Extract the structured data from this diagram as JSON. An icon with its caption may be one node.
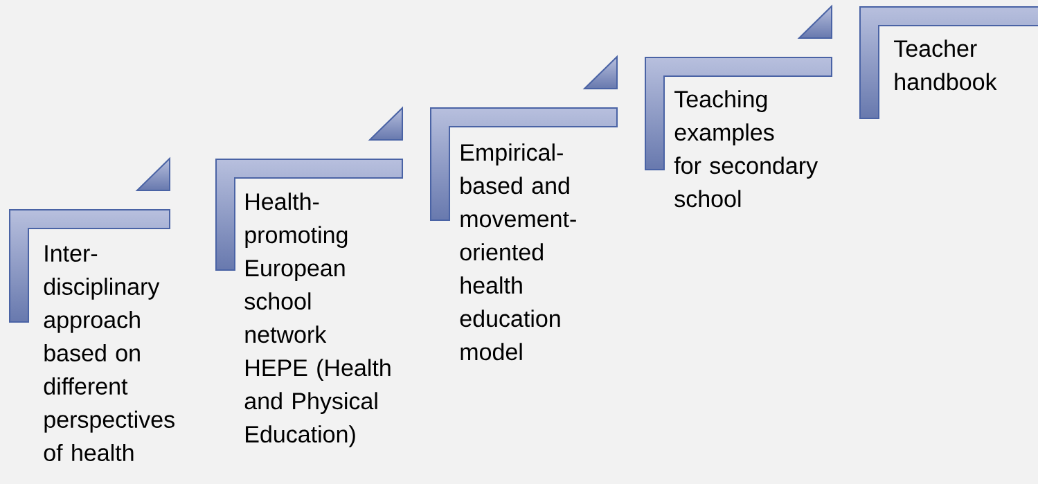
{
  "diagram": {
    "nodes": [
      {
        "text": [
          "Inter-disciplinary approach based on different perspectives of health"
        ]
      },
      {
        "text": [
          "Health-promoting European school network HEPE (Health and Physical Education)"
        ]
      },
      {
        "text": [
          "Empirical-based and movement-oriented health education model"
        ]
      },
      {
        "text": [
          "Teaching examples for secondary school"
        ]
      },
      {
        "text": [
          "Teacher handbook"
        ]
      }
    ]
  }
}
